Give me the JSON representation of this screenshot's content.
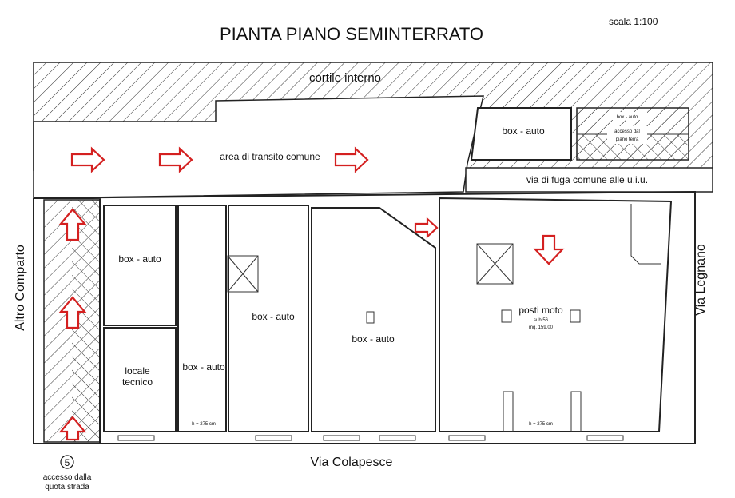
{
  "title": "PIANTA PIANO SEMINTERRATO",
  "scale": "scala 1:100",
  "labels": {
    "courtyard": "cortile interno",
    "transit": "area di transito comune",
    "escape": "via di fuga comune alle u.i.u.",
    "box_auto": "box - auto",
    "box_auto_small": "box - auto",
    "access_ground_1": "accesso dal",
    "access_ground_2": "piano terra",
    "technical_1": "locale",
    "technical_2": "tecnico",
    "moto": "posti moto",
    "moto_sub": "sub.56",
    "moto_area": "mq. 159,00",
    "height": "h = 275 cm",
    "left_street": "Altro Comparto",
    "right_street": "Via Legnano",
    "bottom_street": "Via Colapesce",
    "access_number": "5",
    "access_street_1": "accesso dalla",
    "access_street_2": "quota strada"
  },
  "colors": {
    "arrow": "#d42020",
    "line": "#222222"
  }
}
